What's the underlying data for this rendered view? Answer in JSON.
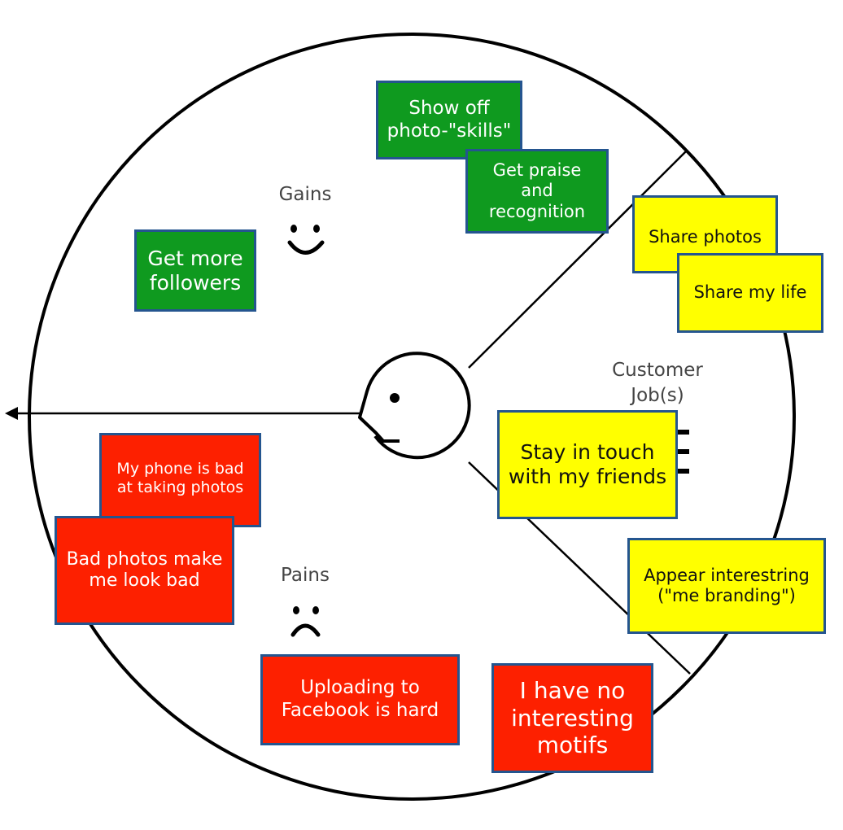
{
  "sections": {
    "gains": {
      "label": "Gains",
      "icon": "smiley-icon"
    },
    "pains": {
      "label": "Pains",
      "icon": "frowny-icon"
    },
    "jobs": {
      "label": "Customer Job(s)",
      "icon": "list-lines-icon"
    }
  },
  "notes": {
    "gains": {
      "color": "#0f9a1f",
      "items": [
        "Show off photo-\"skills\"",
        "Get praise and recognition",
        "Get more followers"
      ]
    },
    "jobs": {
      "color": "#ffff00",
      "items": [
        "Share photos",
        "Share my life",
        "Stay in touch with my friends",
        "Appear interestring (\"me branding\")"
      ]
    },
    "pains": {
      "color": "#fd2000",
      "items": [
        "My phone is bad at taking photos",
        "Bad photos make me look bad",
        "Uploading to Facebook is hard",
        "I have no interesting motifs"
      ]
    }
  },
  "note_border_color": "#24558f",
  "center_icon": "customer-face-icon"
}
